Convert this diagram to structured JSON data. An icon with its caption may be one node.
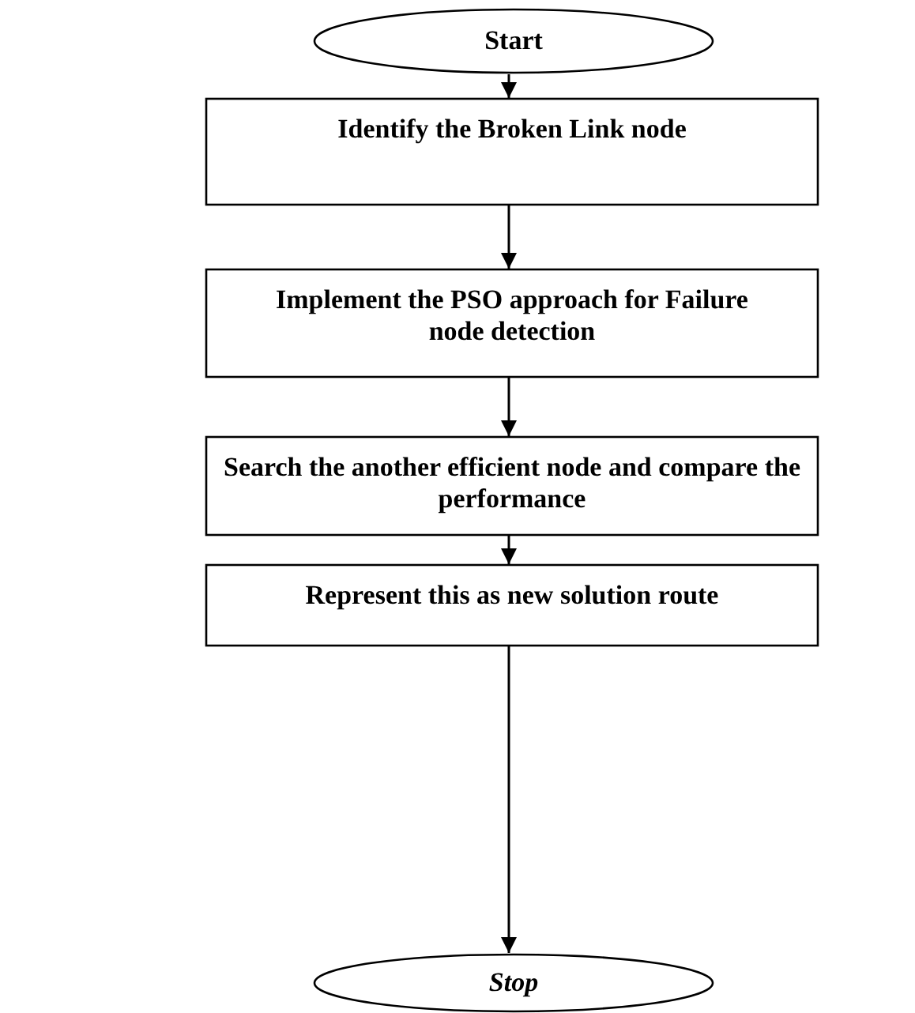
{
  "diagram": {
    "nodes": [
      {
        "text": [
          "Start"
        ]
      },
      {
        "text": [
          "Identify the Broken Link node"
        ]
      },
      {
        "text": [
          "Implement the PSO approach for Failure node detection"
        ]
      },
      {
        "text": [
          "Search the another efficient node and compare the performance"
        ]
      },
      {
        "text": [
          "Represent this as new solution route"
        ]
      },
      {
        "text": [
          "Stop"
        ]
      }
    ],
    "edges": [
      {
        "from": 0,
        "to": 1,
        "arrow": "to"
      },
      {
        "from": 1,
        "to": 2,
        "arrow": "to"
      },
      {
        "from": 2,
        "to": 3,
        "arrow": "to"
      },
      {
        "from": 3,
        "to": 4,
        "arrow": "to"
      },
      {
        "from": 4,
        "to": 5,
        "arrow": "to"
      }
    ]
  }
}
